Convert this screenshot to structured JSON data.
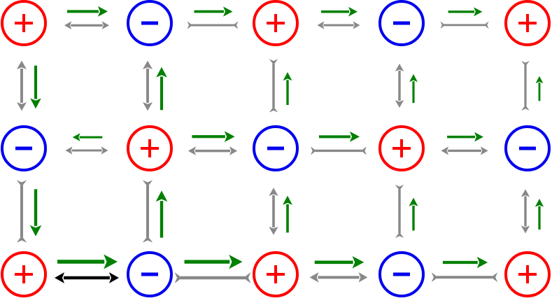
{
  "colors": {
    "positive": "#ff0000",
    "negative": "#0000ee",
    "green_arrow": "#008000",
    "gray_arrow": "#888888",
    "black_arrow": "#000000",
    "background": "#ffffff"
  },
  "grid": {
    "rows": [
      [
        "+",
        "-",
        "+",
        "-",
        "+"
      ],
      [
        "-",
        "+",
        "-",
        "+",
        "-"
      ],
      [
        "+",
        "-",
        "+",
        "-",
        "+"
      ]
    ]
  },
  "horizontal_links": [
    {
      "row": 0,
      "col": 0,
      "green_dir": "right",
      "green_strength": 0.55,
      "double_kind": "gray-spread",
      "double_strength": 0.55
    },
    {
      "row": 0,
      "col": 1,
      "green_dir": "right",
      "green_strength": 0.5,
      "double_kind": "gray-converge",
      "double_strength": 0.5
    },
    {
      "row": 0,
      "col": 2,
      "green_dir": "right",
      "green_strength": 0.45,
      "double_kind": "gray-spread",
      "double_strength": 0.5
    },
    {
      "row": 0,
      "col": 3,
      "green_dir": "right",
      "green_strength": 0.4,
      "double_kind": "gray-converge",
      "double_strength": 0.45
    },
    {
      "row": 1,
      "col": 0,
      "green_dir": "left",
      "green_strength": 0.3,
      "double_kind": "gray-spread",
      "double_strength": 0.5
    },
    {
      "row": 1,
      "col": 1,
      "green_dir": "right",
      "green_strength": 0.6,
      "double_kind": "gray-spread",
      "double_strength": 0.65
    },
    {
      "row": 1,
      "col": 2,
      "green_dir": "right",
      "green_strength": 0.55,
      "double_kind": "gray-converge",
      "double_strength": 0.6
    },
    {
      "row": 1,
      "col": 3,
      "green_dir": "right",
      "green_strength": 0.45,
      "double_kind": "gray-spread",
      "double_strength": 0.6
    },
    {
      "row": 2,
      "col": 0,
      "green_dir": "right",
      "green_strength": 1.0,
      "double_kind": "black-spread",
      "double_strength": 1.0
    },
    {
      "row": 2,
      "col": 1,
      "green_dir": "right",
      "green_strength": 0.95,
      "double_kind": "gray-converge",
      "double_strength": 1.0
    },
    {
      "row": 2,
      "col": 2,
      "green_dir": "right",
      "green_strength": 0.75,
      "double_kind": "gray-spread",
      "double_strength": 0.85
    },
    {
      "row": 2,
      "col": 3,
      "green_dir": "right",
      "green_strength": 0.65,
      "double_kind": "gray-converge",
      "double_strength": 0.8
    }
  ],
  "vertical_links": [
    {
      "row": 0,
      "col": 0,
      "green_dir": "down",
      "green_strength": 0.75,
      "double_kind": "gray-spread",
      "double_strength": 0.95
    },
    {
      "row": 0,
      "col": 1,
      "green_dir": "up",
      "green_strength": 0.75,
      "double_kind": "gray-spread",
      "double_strength": 0.95
    },
    {
      "row": 0,
      "col": 2,
      "green_dir": "up",
      "green_strength": 0.5,
      "double_kind": "gray-converge",
      "double_strength": 0.75
    },
    {
      "row": 0,
      "col": 3,
      "green_dir": "up",
      "green_strength": 0.4,
      "double_kind": "gray-spread",
      "double_strength": 0.75
    },
    {
      "row": 0,
      "col": 4,
      "green_dir": "up",
      "green_strength": 0.3,
      "double_kind": "gray-converge",
      "double_strength": 0.65
    },
    {
      "row": 1,
      "col": 0,
      "green_dir": "down",
      "green_strength": 0.85,
      "double_kind": "gray-converge",
      "double_strength": 1.0
    },
    {
      "row": 1,
      "col": 1,
      "green_dir": "up",
      "green_strength": 0.85,
      "double_kind": "gray-converge",
      "double_strength": 1.0
    },
    {
      "row": 1,
      "col": 2,
      "green_dir": "up",
      "green_strength": 0.6,
      "double_kind": "gray-spread",
      "double_strength": 0.85
    },
    {
      "row": 1,
      "col": 3,
      "green_dir": "up",
      "green_strength": 0.5,
      "double_kind": "gray-converge",
      "double_strength": 0.75
    },
    {
      "row": 1,
      "col": 4,
      "green_dir": "up",
      "green_strength": 0.45,
      "double_kind": "gray-spread",
      "double_strength": 0.75
    }
  ]
}
